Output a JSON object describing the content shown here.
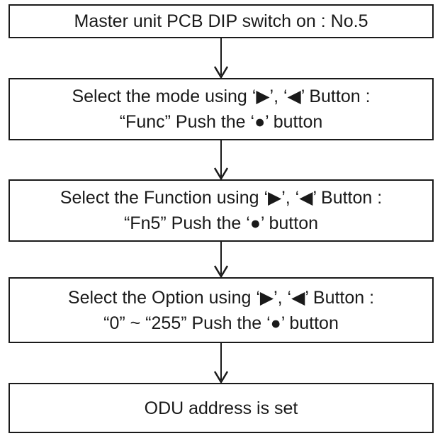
{
  "steps": [
    {
      "lines": [
        "Master unit PCB DIP switch on : No.5"
      ]
    },
    {
      "lines": [
        "Select the mode using ‘▶’, ‘◀’ Button :",
        "“Func” Push the ‘●’ button"
      ]
    },
    {
      "lines": [
        "Select the Function using ‘▶’, ‘◀’ Button :",
        "“Fn5” Push the ‘●’ button"
      ]
    },
    {
      "lines": [
        "Select the Option using ‘▶’, ‘◀’ Button :",
        "“0” ~ “255” Push the ‘●’ button"
      ]
    },
    {
      "lines": [
        "ODU address is set"
      ]
    }
  ],
  "colors": {
    "line": "#1a1a1a",
    "background": "#ffffff"
  }
}
